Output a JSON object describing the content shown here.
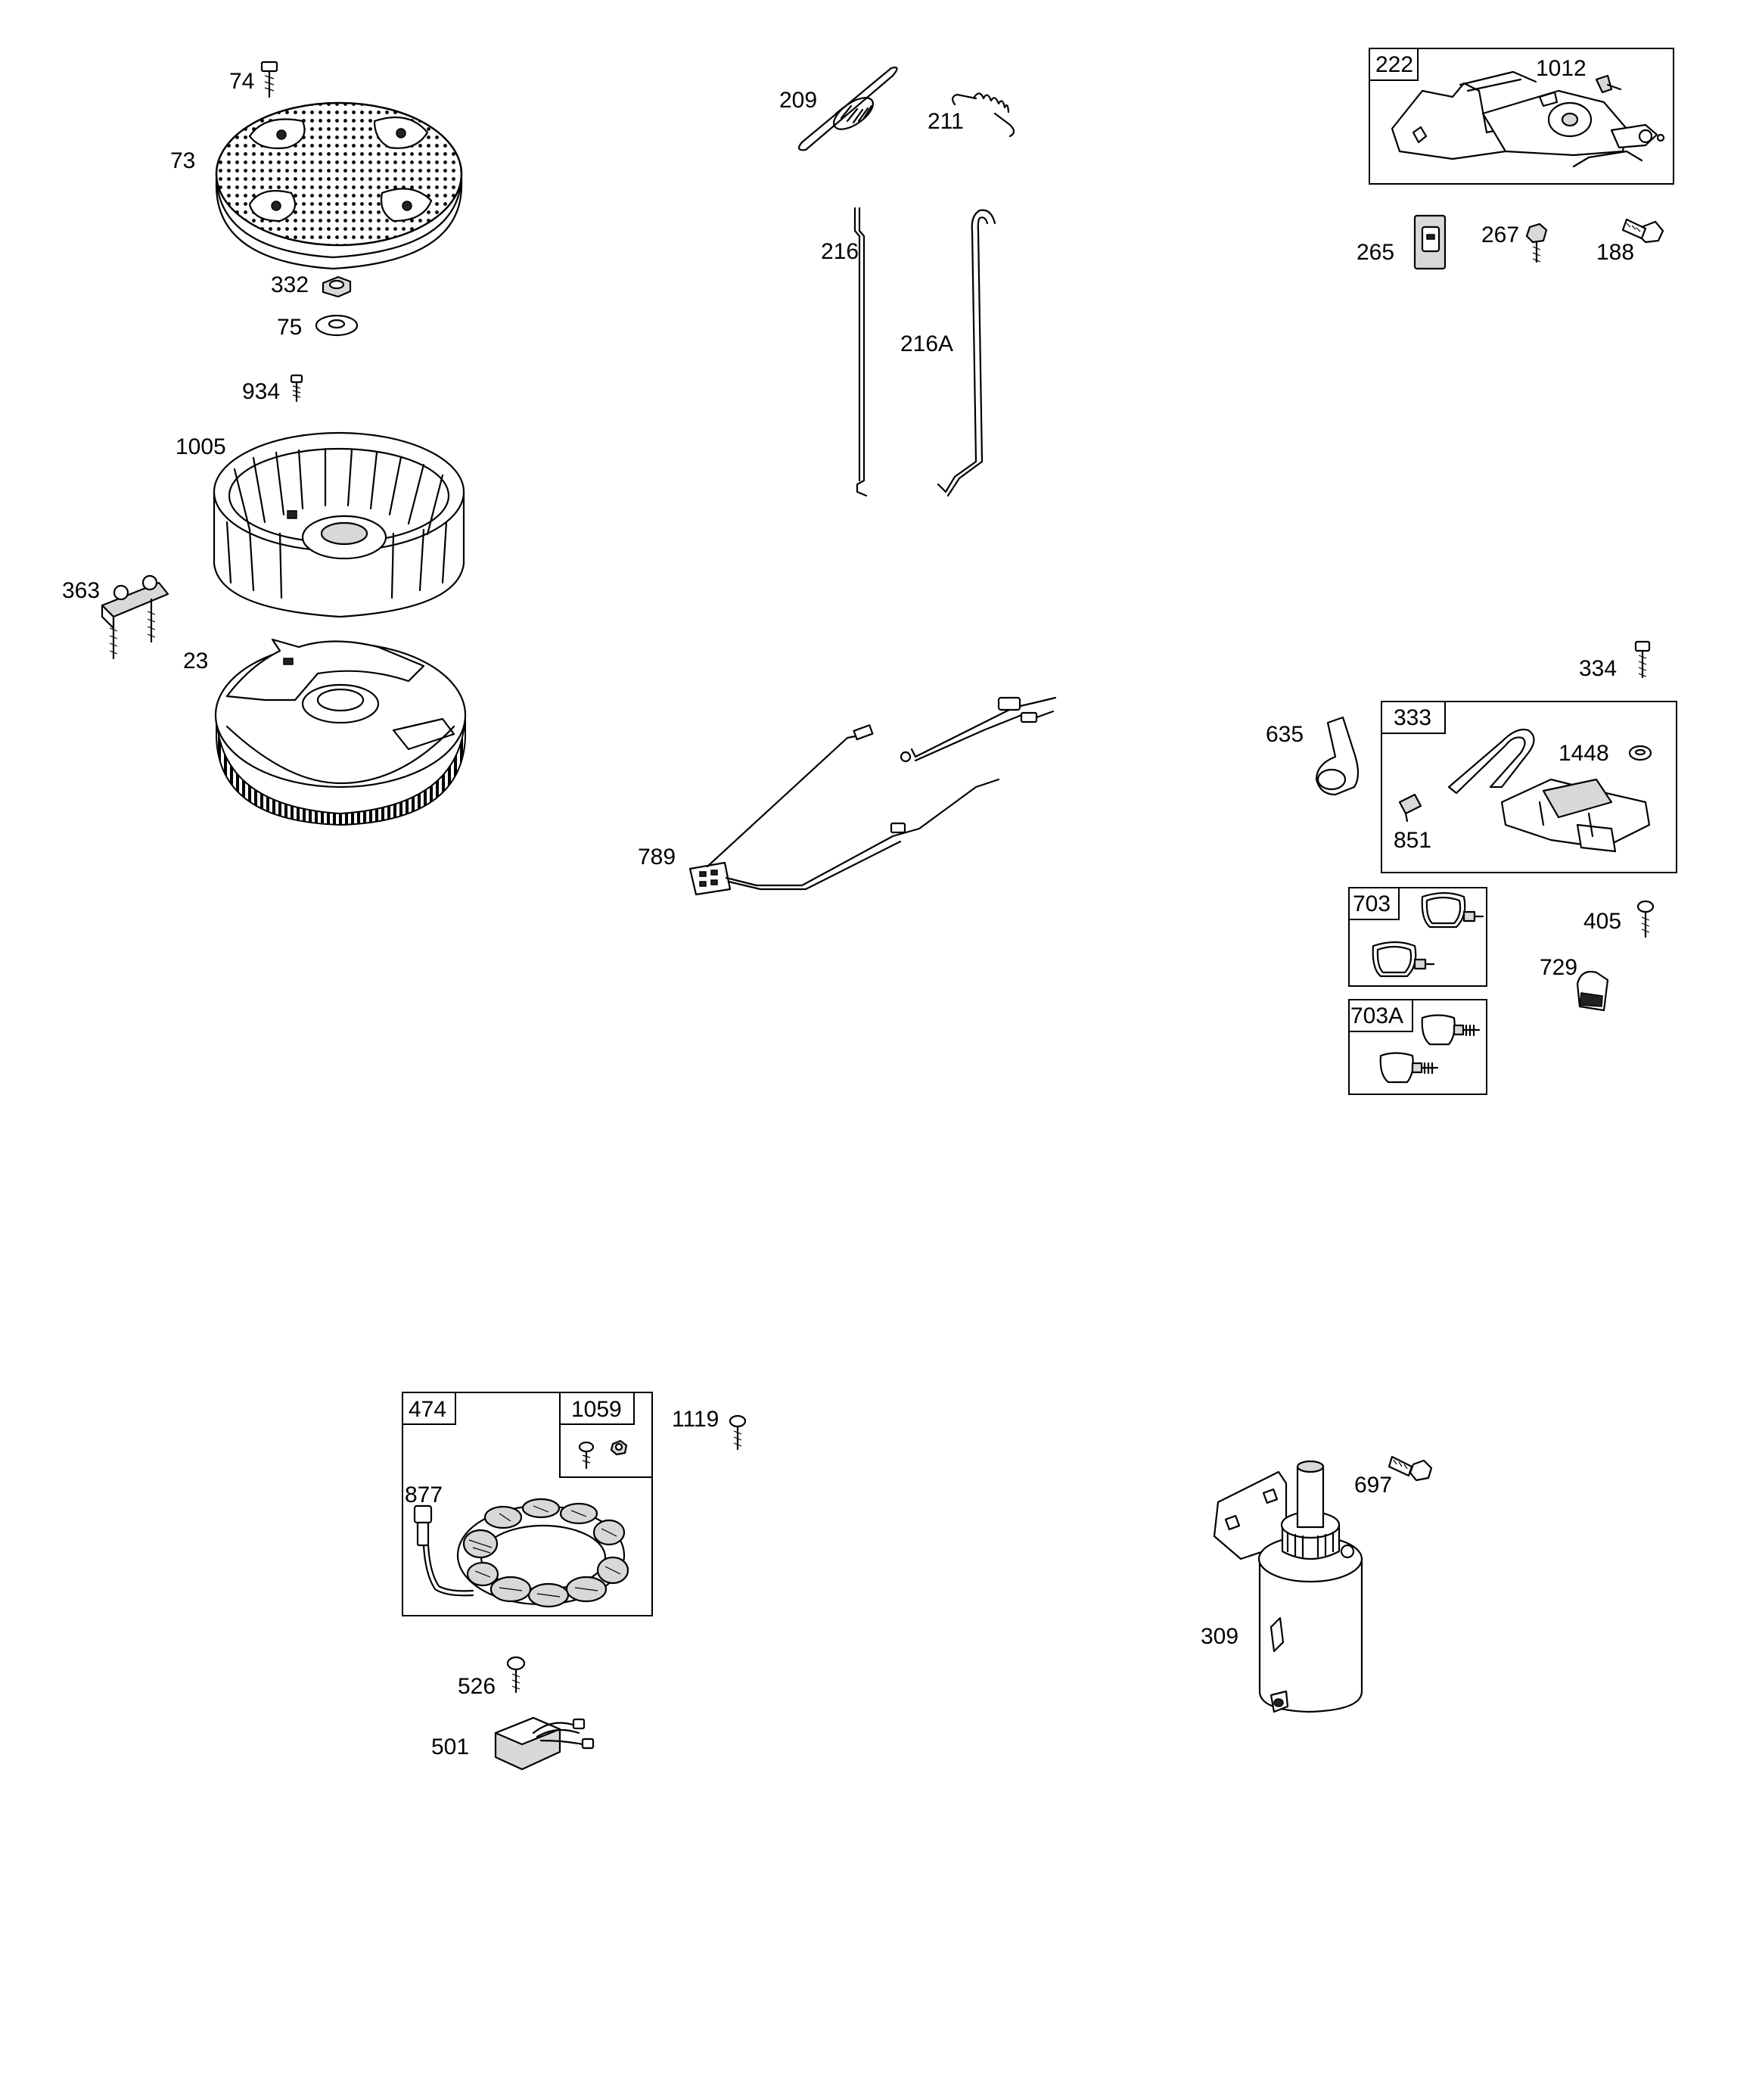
{
  "diagram": {
    "parts": [
      {
        "id": "74",
        "label": "74"
      },
      {
        "id": "73",
        "label": "73"
      },
      {
        "id": "332",
        "label": "332"
      },
      {
        "id": "75",
        "label": "75"
      },
      {
        "id": "934",
        "label": "934"
      },
      {
        "id": "1005",
        "label": "1005"
      },
      {
        "id": "363",
        "label": "363"
      },
      {
        "id": "23",
        "label": "23"
      },
      {
        "id": "209",
        "label": "209"
      },
      {
        "id": "211",
        "label": "211"
      },
      {
        "id": "216",
        "label": "216"
      },
      {
        "id": "216A",
        "label": "216A"
      },
      {
        "id": "222",
        "label": "222"
      },
      {
        "id": "1012",
        "label": "1012"
      },
      {
        "id": "265",
        "label": "265"
      },
      {
        "id": "267",
        "label": "267"
      },
      {
        "id": "188",
        "label": "188"
      },
      {
        "id": "789",
        "label": "789"
      },
      {
        "id": "334",
        "label": "334"
      },
      {
        "id": "635",
        "label": "635"
      },
      {
        "id": "333",
        "label": "333"
      },
      {
        "id": "1448",
        "label": "1448"
      },
      {
        "id": "851",
        "label": "851"
      },
      {
        "id": "703",
        "label": "703"
      },
      {
        "id": "405",
        "label": "405"
      },
      {
        "id": "729",
        "label": "729"
      },
      {
        "id": "703A",
        "label": "703A"
      },
      {
        "id": "474",
        "label": "474"
      },
      {
        "id": "1059",
        "label": "1059"
      },
      {
        "id": "1119",
        "label": "1119"
      },
      {
        "id": "877",
        "label": "877"
      },
      {
        "id": "697",
        "label": "697"
      },
      {
        "id": "309",
        "label": "309"
      },
      {
        "id": "526",
        "label": "526"
      },
      {
        "id": "501",
        "label": "501"
      }
    ]
  }
}
